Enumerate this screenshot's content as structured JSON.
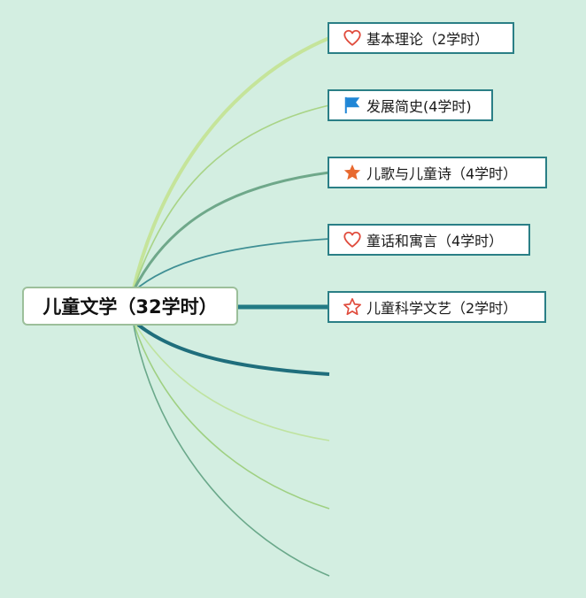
{
  "root": {
    "label": "儿童文学（32学时）"
  },
  "topics": [
    {
      "label": "基本理论（2学时）",
      "icon": "heart-outline-icon",
      "icon_color": "#e04b3c"
    },
    {
      "label": "发展简史(4学时)",
      "icon": "blue-flag-icon",
      "icon_color": "#1f86d6"
    },
    {
      "label": "儿歌与儿童诗（4学时）",
      "icon": "orange-star-icon",
      "icon_color": "#e8692f"
    },
    {
      "label": "童话和寓言（4学时）",
      "icon": "heart-outline-icon",
      "icon_color": "#e04b3c"
    },
    {
      "label": "儿童科学文艺（2学时）",
      "icon": "star-outline-icon",
      "icon_color": "#e04b3c"
    }
  ],
  "colors": {
    "background": "#d3eee1",
    "root_border": "#9cbf9a",
    "topic_border": "#2a7f86",
    "branches": [
      "#c5e49a",
      "#a9d487",
      "#6fa88a",
      "#3f8f94",
      "#227a84",
      "#1f6e7c",
      "#bfe3a0",
      "#9fd082",
      "#6aa88a"
    ]
  }
}
